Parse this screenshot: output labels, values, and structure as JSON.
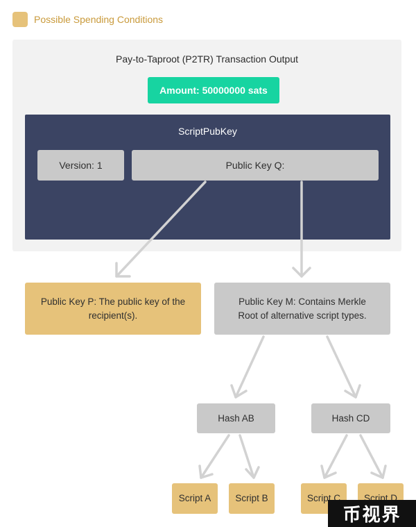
{
  "legend": {
    "label": "Possible Spending Conditions",
    "color": "#e6c27a"
  },
  "output": {
    "title": "Pay-to-Taproot (P2TR) Transaction Output",
    "amount": "Amount: 50000000 sats"
  },
  "script_pubkey": {
    "title": "ScriptPubKey",
    "version": "Version: 1",
    "public_key_q": "Public Key Q:"
  },
  "public_key_p": "Public Key P: The public key of the recipient(s).",
  "public_key_m": "Public Key M: Contains Merkle Root of alternative script types.",
  "hashes": {
    "ab": "Hash AB",
    "cd": "Hash CD"
  },
  "scripts": {
    "a": "Script A",
    "b": "Script B",
    "c": "Script C",
    "d": "Script D"
  },
  "watermark": "币视界",
  "colors": {
    "amount": "#17d4a1",
    "scriptpubkey_bg": "#3b4463",
    "spending_condition": "#e6c27a",
    "node": "#c9c9c9",
    "arrow": "#d2d2d2"
  }
}
